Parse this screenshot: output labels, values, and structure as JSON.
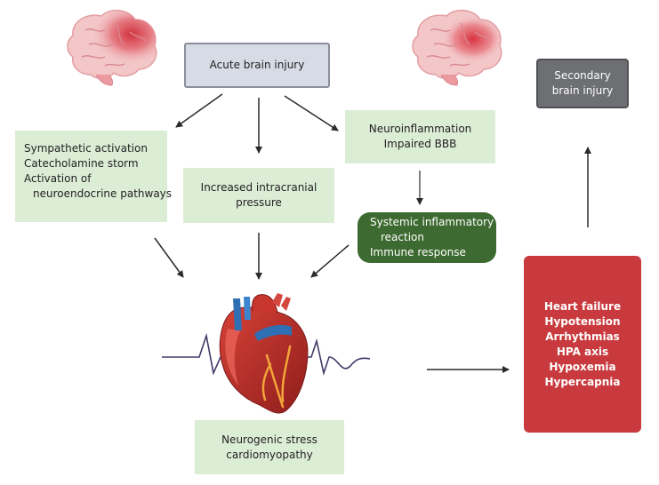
{
  "nodes": {
    "acute": {
      "lines": [
        "Acute brain injury"
      ]
    },
    "secondary": {
      "lines": [
        "Secondary",
        "brain injury"
      ]
    },
    "sympathetic": {
      "lines": [
        "Sympathetic activation",
        "Catecholamine storm",
        "Activation of",
        "neuroendocrine pathways"
      ]
    },
    "icp": {
      "lines": [
        "Increased intracranial",
        "pressure"
      ]
    },
    "neuroinflammation": {
      "lines": [
        "Neuroinflammation",
        "Impaired BBB"
      ]
    },
    "systemic": {
      "lines": [
        "Systemic inflammatory",
        "reaction",
        "Immune response"
      ]
    },
    "outcomes": {
      "lines": [
        "Heart failure",
        "Hypotension",
        "Arrhythmias",
        "HPA axis",
        "Hypoxemia",
        "Hypercapnia"
      ]
    },
    "ncm": {
      "lines": [
        "Neurogenic stress",
        "cardiomyopathy"
      ]
    }
  },
  "icons": [
    "brain-icon",
    "brain-icon",
    "heart-icon",
    "ecg-trace"
  ],
  "colors": {
    "green_box": "#dcedd6",
    "acute_box": "#d7dbe5",
    "secondary_box": "#6d6f72",
    "systemic_box": "#3d6a30",
    "outcomes_box": "#c83a3d",
    "arrow": "#2b2b2b"
  }
}
